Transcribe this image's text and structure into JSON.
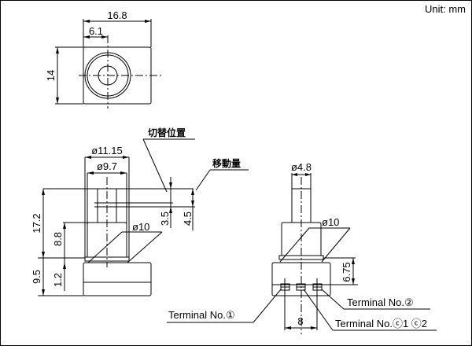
{
  "unit_label": "Unit: mm",
  "top_view": {
    "width_dim": "16.8",
    "offset_dim": "6.1",
    "height_dim": "14"
  },
  "front_view": {
    "outer_dia": "ø11.15",
    "inner_dia": "ø9.7",
    "body_dia": "ø10",
    "total_height": "17.2",
    "upper_height": "8.8",
    "lower_height": "9.5",
    "flange_height": "1.2",
    "switch_point_dim": "3.5",
    "travel_dim": "4.5",
    "switch_point_label": "切替位置",
    "travel_label": "移動量"
  },
  "side_view": {
    "plunger_dia": "ø4.8",
    "body_dia": "ø10",
    "terminal_height": "6.75",
    "terminal_pitch": "8"
  },
  "terminals": {
    "t1": "Terminal  No.①",
    "t2": "Terminal  No.②",
    "tc": "Terminal  No.ⓒ1 ⓒ2"
  }
}
